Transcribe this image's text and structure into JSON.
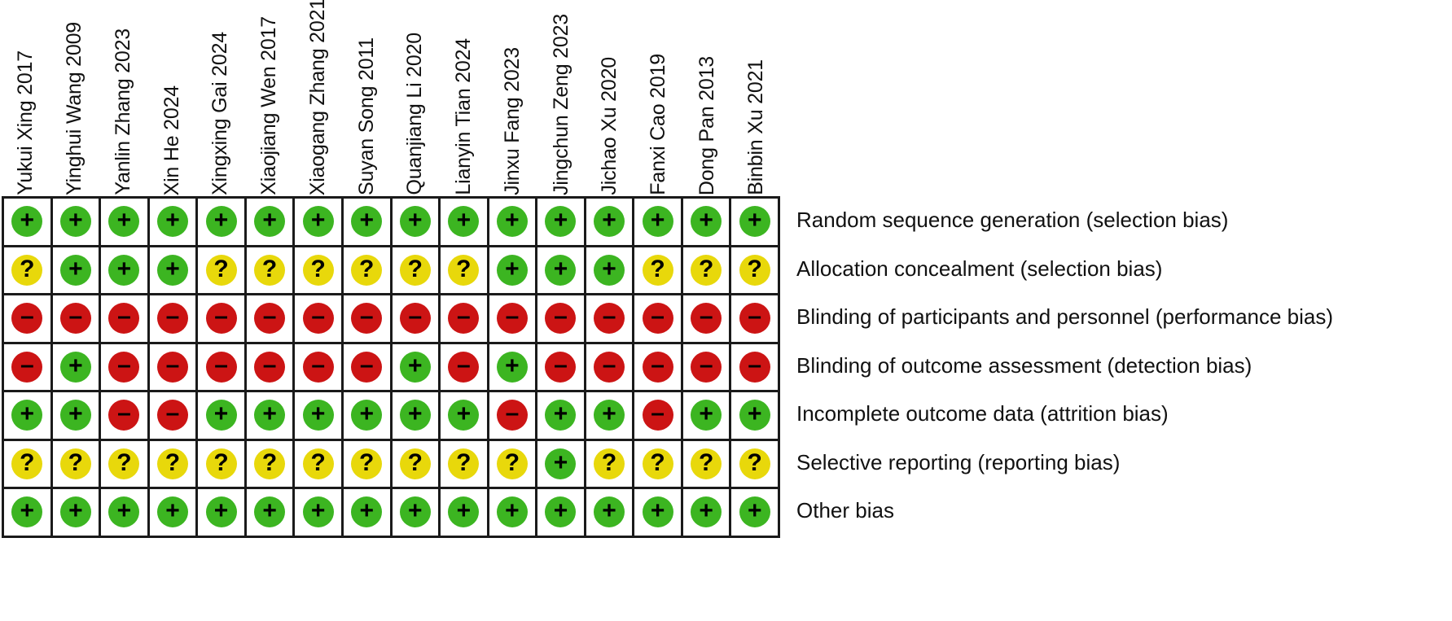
{
  "figure": {
    "type": "risk-of-bias-summary",
    "legend_symbols": {
      "low": "+",
      "unclear": "?",
      "high": "–"
    },
    "colors": {
      "low": "#3cb521",
      "unclear": "#e8d80b",
      "high": "#cc1414",
      "grid": "#1a1a1a",
      "text": "#111111",
      "background": "#ffffff"
    }
  },
  "chart_data": {
    "type": "heatmap",
    "title": "",
    "xlabel": "",
    "ylabel": "",
    "legend_position": "none",
    "grid": true,
    "categories": [
      "Yukui Xing 2017",
      "Yinghui Wang 2009",
      "Yanlin Zhang 2023",
      "Xin He 2024",
      "Xingxing Gai 2024",
      "Xiaojiang Wen 2017",
      "Xiaogang Zhang 2021",
      "Suyan Song 2011",
      "Quanjiang Li 2020",
      "Lianyin Tian 2024",
      "Jinxu Fang 2023",
      "Jingchun Zeng 2023",
      "Jichao Xu 2020",
      "Fanxi Cao 2019",
      "Dong Pan 2013",
      "Binbin Xu 2021"
    ],
    "rows": [
      "Random sequence generation (selection bias)",
      "Allocation concealment (selection bias)",
      "Blinding of participants and personnel (performance bias)",
      "Blinding of outcome assessment (detection bias)",
      "Incomplete outcome data (attrition bias)",
      "Selective reporting (reporting bias)",
      "Other bias"
    ],
    "series": [
      {
        "name": "Random sequence generation (selection bias)",
        "values": [
          "low",
          "low",
          "low",
          "low",
          "low",
          "low",
          "low",
          "low",
          "low",
          "low",
          "low",
          "low",
          "low",
          "low",
          "low",
          "low"
        ]
      },
      {
        "name": "Allocation concealment (selection bias)",
        "values": [
          "unclear",
          "low",
          "low",
          "low",
          "unclear",
          "unclear",
          "unclear",
          "unclear",
          "unclear",
          "unclear",
          "low",
          "low",
          "low",
          "unclear",
          "unclear",
          "unclear"
        ]
      },
      {
        "name": "Blinding of participants and personnel (performance bias)",
        "values": [
          "high",
          "high",
          "high",
          "high",
          "high",
          "high",
          "high",
          "high",
          "high",
          "high",
          "high",
          "high",
          "high",
          "high",
          "high",
          "high"
        ]
      },
      {
        "name": "Blinding of outcome assessment (detection bias)",
        "values": [
          "high",
          "low",
          "high",
          "high",
          "high",
          "high",
          "high",
          "high",
          "low",
          "high",
          "low",
          "high",
          "high",
          "high",
          "high",
          "high"
        ]
      },
      {
        "name": "Incomplete outcome data (attrition bias)",
        "values": [
          "low",
          "low",
          "high",
          "high",
          "low",
          "low",
          "low",
          "low",
          "low",
          "low",
          "high",
          "low",
          "low",
          "high",
          "low",
          "low"
        ]
      },
      {
        "name": "Selective reporting (reporting bias)",
        "values": [
          "unclear",
          "unclear",
          "unclear",
          "unclear",
          "unclear",
          "unclear",
          "unclear",
          "unclear",
          "unclear",
          "unclear",
          "unclear",
          "low",
          "unclear",
          "unclear",
          "unclear",
          "unclear"
        ]
      },
      {
        "name": "Other bias",
        "values": [
          "low",
          "low",
          "low",
          "low",
          "low",
          "low",
          "low",
          "low",
          "low",
          "low",
          "low",
          "low",
          "low",
          "low",
          "low",
          "low"
        ]
      }
    ]
  }
}
